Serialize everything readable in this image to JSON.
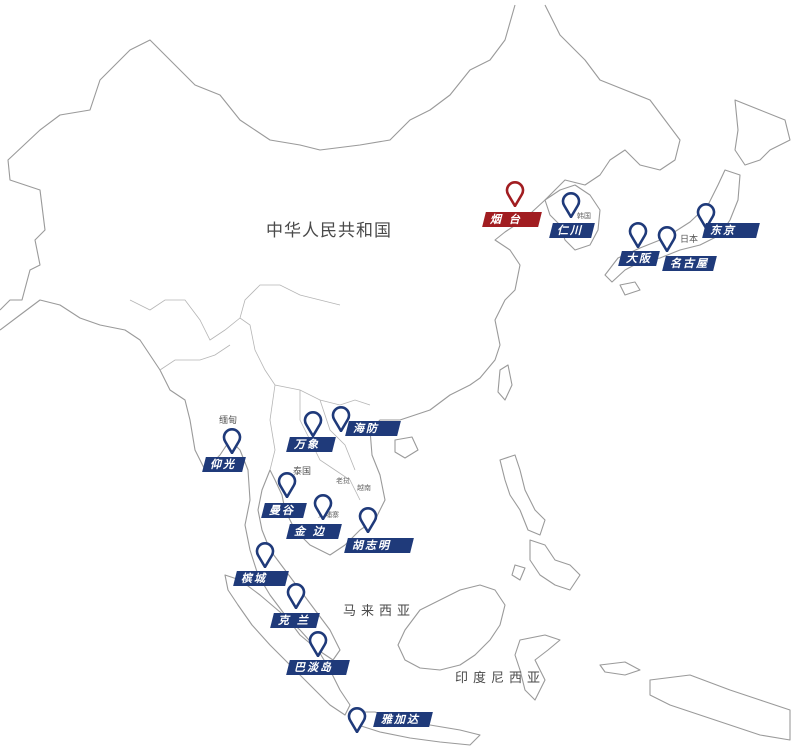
{
  "colors": {
    "port": "#1f3a7a",
    "highlight": "#a11d21",
    "land_outline": "#9a9a9a"
  },
  "regions": {
    "china": "中华人民共和国",
    "malaysia": "马来西亚",
    "indonesia": "印度尼西亚",
    "japan": "日本",
    "thailand": "泰国",
    "myanmar": "缅甸",
    "korea": "韩国",
    "laos": "老挝",
    "vietnam": "越南",
    "cambodia": "柬埔寨"
  },
  "locations": [
    {
      "id": "yantai",
      "label": "烟 台",
      "highlighted": true
    },
    {
      "id": "incheon",
      "label": "仁川",
      "highlighted": false
    },
    {
      "id": "tokyo",
      "label": "东京",
      "highlighted": false
    },
    {
      "id": "osaka",
      "label": "大阪",
      "highlighted": false
    },
    {
      "id": "nagoya",
      "label": "名古屋",
      "highlighted": false
    },
    {
      "id": "haiphong",
      "label": "海防",
      "highlighted": false
    },
    {
      "id": "vientiane",
      "label": "万象",
      "highlighted": false
    },
    {
      "id": "yangon",
      "label": "仰光",
      "highlighted": false
    },
    {
      "id": "bangkok",
      "label": "曼谷",
      "highlighted": false
    },
    {
      "id": "kampong",
      "label": "金 边",
      "highlighted": false
    },
    {
      "id": "hcmc",
      "label": "胡志明",
      "highlighted": false
    },
    {
      "id": "penang",
      "label": "槟城",
      "highlighted": false
    },
    {
      "id": "klang",
      "label": "克 兰",
      "highlighted": false
    },
    {
      "id": "batam",
      "label": "巴淡岛",
      "highlighted": false
    },
    {
      "id": "jakarta",
      "label": "雅加达",
      "highlighted": false
    }
  ]
}
